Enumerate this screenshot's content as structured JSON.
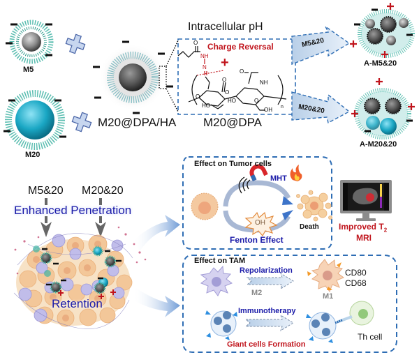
{
  "top": {
    "m5_label": "M5",
    "m20_label": "M20",
    "composite_label": "M20@DPA/HA",
    "polymer_label": "M20@DPA",
    "trigger_label": "Intracellular pH",
    "charge_reversal_label": "Charge Reversal",
    "arrow_upper_label": "M5&20",
    "arrow_lower_label": "M20&20",
    "aggregate_upper_label": "A-M5&20",
    "aggregate_lower_label": "A-M20&20",
    "chem": {
      "o": "O",
      "nh": "NH",
      "n": "N",
      "ho1": "HO",
      "ho2": "HO",
      "oh": "OH",
      "nh2": "NH",
      "n_sub": "n",
      "o_ring1": "O",
      "o_ring2": "O",
      "o_ring3": "O",
      "o_ketone": "O",
      "o_acetyl": "O"
    },
    "plus": "+",
    "minus": "−"
  },
  "bottom_left": {
    "label_m5_20": "M5&20",
    "label_m20_20": "M20&20",
    "penetration_label": "Enhanced Penetration",
    "retention_label": "Retention"
  },
  "tumor_panel": {
    "title": "Effect on Tumor cells",
    "mht_label": "MHT",
    "fenton_label": "Fenton Effect",
    "oh_label": "OH",
    "death_label": "Death"
  },
  "mri": {
    "label_line1": "Improved T",
    "label_sub": "2",
    "label_line2": "MRI"
  },
  "tam_panel": {
    "title": "Effect on TAM",
    "repolarization_label": "Repolarization",
    "m2_label": "M2",
    "m1_label": "M1",
    "markers": [
      "CD80",
      "CD68"
    ],
    "immunotherapy_label": "Immunotherapy",
    "giant_cells_label": "Giant cells Formation",
    "th_cell_label": "Th cell"
  },
  "colors": {
    "dashed_blue": "#2e6db4",
    "red_text": "#c0141c",
    "blue_text": "#1a1aa8",
    "arrow_fill": "#cfe0f1",
    "nanoparticle_teal": "#1aa7c4",
    "tumor_cell": "#f4c9a0",
    "macrophage_m2": "#b9b5e0"
  }
}
